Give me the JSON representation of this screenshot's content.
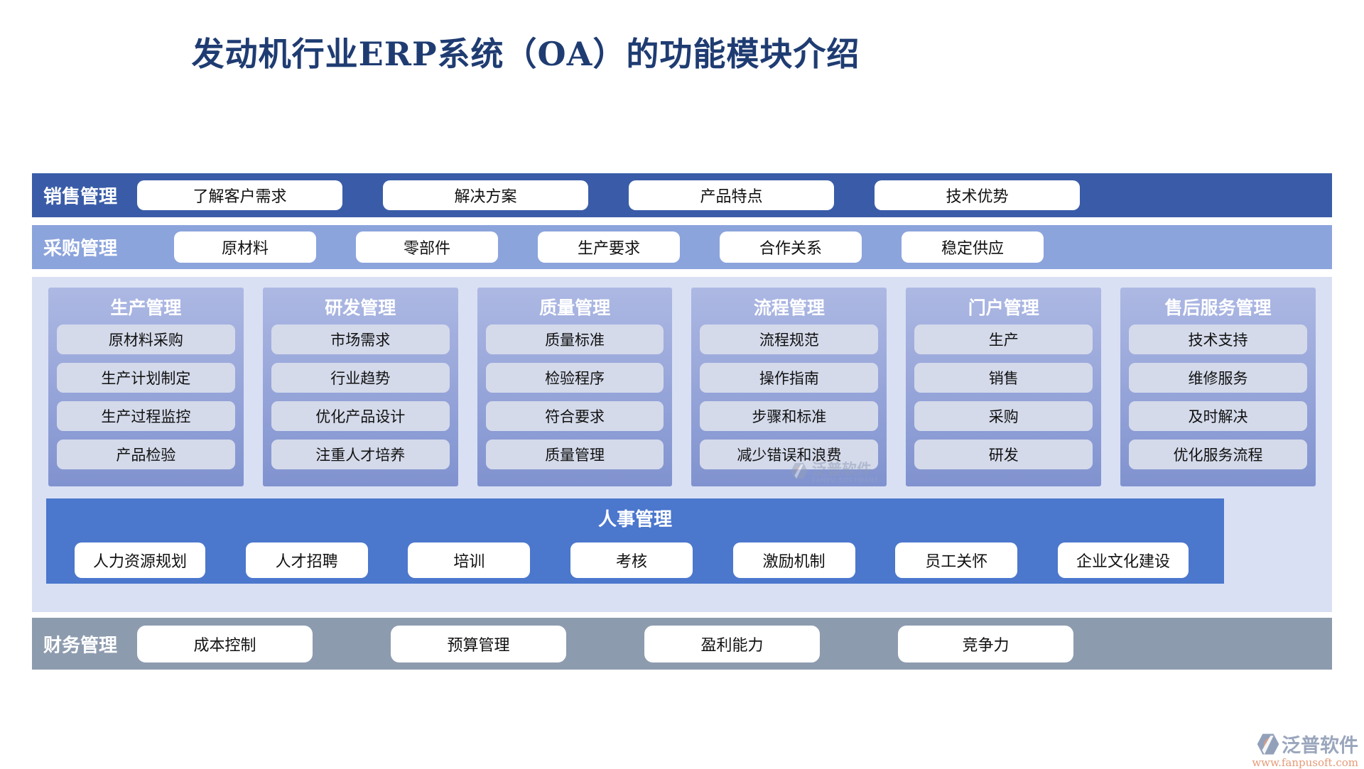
{
  "title": "发动机行业ERP系统（OA）的功能模块介绍",
  "rows": {
    "sales": {
      "label": "销售管理",
      "items": [
        "了解客户需求",
        "解决方案",
        "产品特点",
        "技术优势"
      ]
    },
    "purchase": {
      "label": "采购管理",
      "items": [
        "原材料",
        "零部件",
        "生产要求",
        "合作关系",
        "稳定供应"
      ]
    },
    "finance": {
      "label": "财务管理",
      "items": [
        "成本控制",
        "预算管理",
        "盈利能力",
        "竞争力"
      ]
    }
  },
  "columns": [
    {
      "title": "生产管理",
      "items": [
        "原材料采购",
        "生产计划制定",
        "生产过程监控",
        "产品检验"
      ]
    },
    {
      "title": "研发管理",
      "items": [
        "市场需求",
        "行业趋势",
        "优化产品设计",
        "注重人才培养"
      ]
    },
    {
      "title": "质量管理",
      "items": [
        "质量标准",
        "检验程序",
        "符合要求",
        "质量管理"
      ]
    },
    {
      "title": "流程管理",
      "items": [
        "流程规范",
        "操作指南",
        "步骤和标准",
        "减少错误和浪费"
      ]
    },
    {
      "title": "门户管理",
      "items": [
        "生产",
        "销售",
        "采购",
        "研发"
      ]
    },
    {
      "title": "售后服务管理",
      "items": [
        "技术支持",
        "维修服务",
        "及时解决",
        "优化服务流程"
      ]
    }
  ],
  "hr": {
    "title": "人事管理",
    "items": [
      "人力资源规划",
      "人才招聘",
      "培训",
      "考核",
      "激励机制",
      "员工关怀",
      "企业文化建设"
    ]
  },
  "watermark": {
    "name": "泛普软件",
    "sub": "FANPU SOFTWARE"
  },
  "footer": {
    "brand": "泛普软件",
    "url": "www.fanpusoft.com"
  },
  "colors": {
    "title_text": "#1f3c72",
    "sales_bar": "#3a5ca8",
    "purchase_bar": "#8ca4dc",
    "section_bg": "#d9e0f3",
    "column_top": "#adb8e3",
    "column_bottom": "#8092cf",
    "column_item_bg": "#d4daea",
    "hr_bar": "#4b77cd",
    "finance_bar": "#8d9bae",
    "button_bg": "#ffffff",
    "button_text": "#111111",
    "brand_text": "#9aa6bc",
    "brand_url": "#e59a78"
  }
}
